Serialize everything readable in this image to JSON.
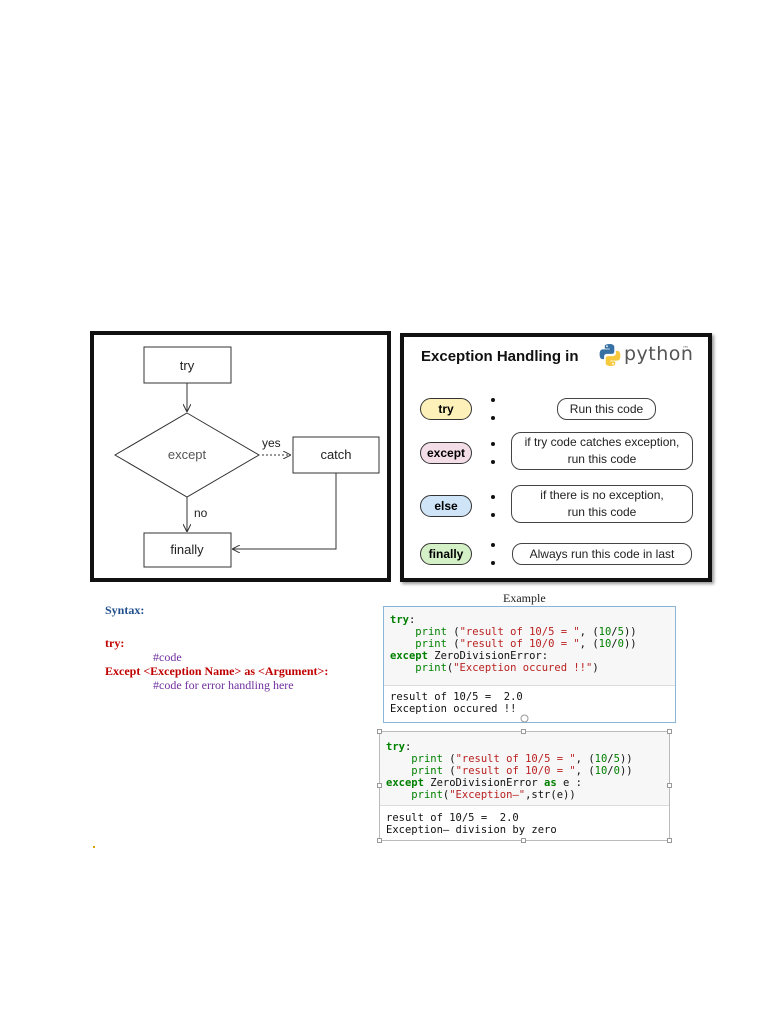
{
  "flowchart": {
    "try": "try",
    "except": "except",
    "yes": "yes",
    "catch": "catch",
    "no": "no",
    "finally": "finally"
  },
  "python_panel": {
    "title": "Exception Handling in",
    "logo_word": "python",
    "trademark": "™",
    "rows": [
      {
        "keyword": "try",
        "color": "#fdf0b8",
        "description_lines": [
          "Run this code"
        ]
      },
      {
        "keyword": "except",
        "color": "#f3dde6",
        "description_lines": [
          "if try code catches exception,",
          "run this code"
        ]
      },
      {
        "keyword": "else",
        "color": "#cfe4f7",
        "description_lines": [
          "if there is no exception,",
          "run this code"
        ]
      },
      {
        "keyword": "finally",
        "color": "#d4f0c6",
        "description_lines": [
          "Always run this code in last"
        ]
      }
    ]
  },
  "syntax": {
    "title": "Syntax:",
    "try_line": "try:",
    "code_line": "#code",
    "except_line": "Except <Exception Name> as <Argument>:",
    "handler_line": "#code for error handling here"
  },
  "example": {
    "title": "Example",
    "box1": {
      "output": [
        "result of 10/5 =  2.0",
        "Exception occured !!"
      ]
    },
    "box2": {
      "output": [
        "result of 10/5 =  2.0",
        "Exception— division by zero"
      ]
    }
  },
  "colors": {
    "syntax_blue": "#1f4e8c",
    "syntax_red": "#c00000",
    "syntax_purple": "#7030a0",
    "code_keyword": "#008000",
    "code_string": "#ba2121"
  }
}
